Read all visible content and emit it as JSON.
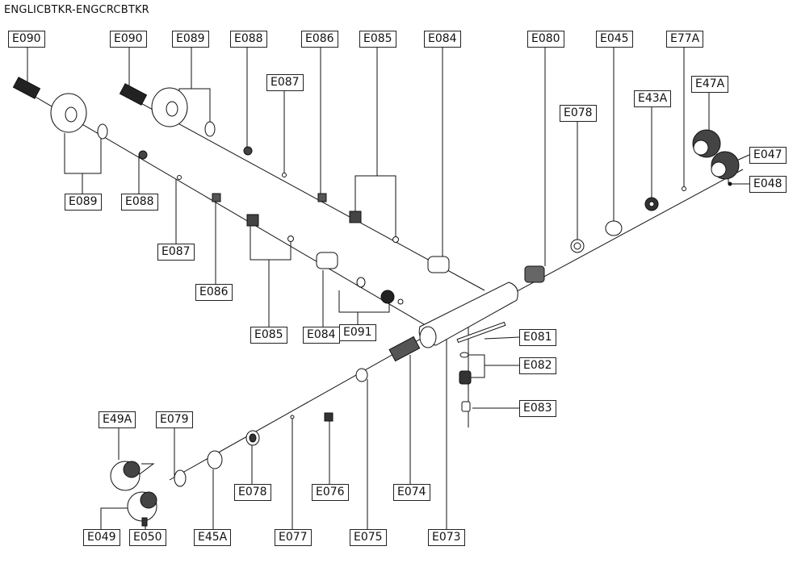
{
  "title": "ENGLICBTKR-ENGCRCBTKR",
  "labels": [
    "E090",
    "E090",
    "E089",
    "E088",
    "E086",
    "E085",
    "E084",
    "E080",
    "E045",
    "E77A",
    "E087",
    "E47A",
    "E43A",
    "E078",
    "E047",
    "E048",
    "E089",
    "E088",
    "E087",
    "E086",
    "E085",
    "E084",
    "E091",
    "E081",
    "E082",
    "E083",
    "E49A",
    "E079",
    "E078",
    "E076",
    "E074",
    "E049",
    "E050",
    "E45A",
    "E077",
    "E075",
    "E073"
  ]
}
